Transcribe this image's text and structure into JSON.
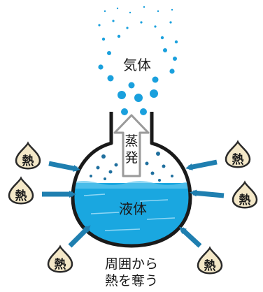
{
  "labels": {
    "gas": "気体",
    "liquid": "液体",
    "evaporation": "蒸\n発",
    "caption_line1": "周囲から",
    "caption_line2": "熱を奪う",
    "heat": "熱"
  },
  "heat_sources": [
    {
      "side": "left"
    },
    {
      "side": "left"
    },
    {
      "side": "left"
    },
    {
      "side": "right"
    },
    {
      "side": "right"
    },
    {
      "side": "right"
    }
  ],
  "colors": {
    "outline": "#1a1a1a",
    "water": "#1aa7e0",
    "water_light": "#5fc6ee",
    "dot": "#1aa0dd",
    "arrow_blue": "#1f7fb0",
    "heat_fill": "#f4e8c8",
    "heat_stroke": "#2a2a2a",
    "evap_arrow_fill": "#ffffff",
    "evap_arrow_stroke": "#9a9a9a"
  },
  "icons": {
    "heat": "heat-droplet-icon",
    "arrow": "arrow-icon"
  }
}
